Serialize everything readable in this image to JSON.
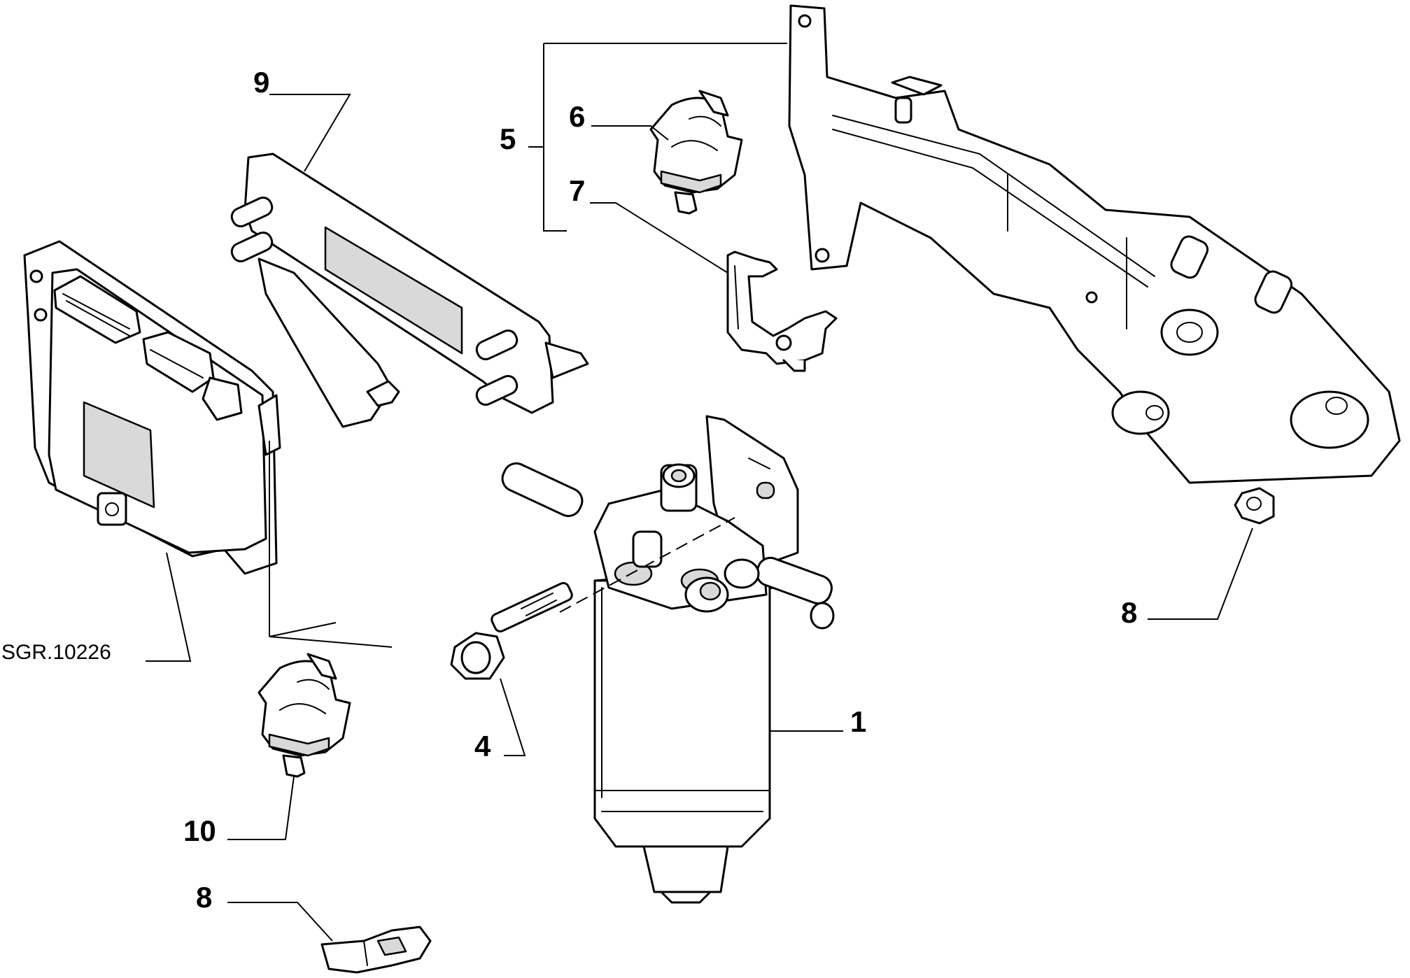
{
  "diagram": {
    "drawing_code": "SGR.10226",
    "callouts": [
      {
        "id": "c1",
        "label": "1"
      },
      {
        "id": "c4",
        "label": "4"
      },
      {
        "id": "c5",
        "label": "5"
      },
      {
        "id": "c6",
        "label": "6"
      },
      {
        "id": "c7",
        "label": "7"
      },
      {
        "id": "c8a",
        "label": "8"
      },
      {
        "id": "c8b",
        "label": "8"
      },
      {
        "id": "c9",
        "label": "9"
      },
      {
        "id": "c10",
        "label": "10"
      }
    ],
    "colors": {
      "line": "#000000",
      "background": "#ffffff",
      "shading": "#d9d9d9"
    }
  }
}
